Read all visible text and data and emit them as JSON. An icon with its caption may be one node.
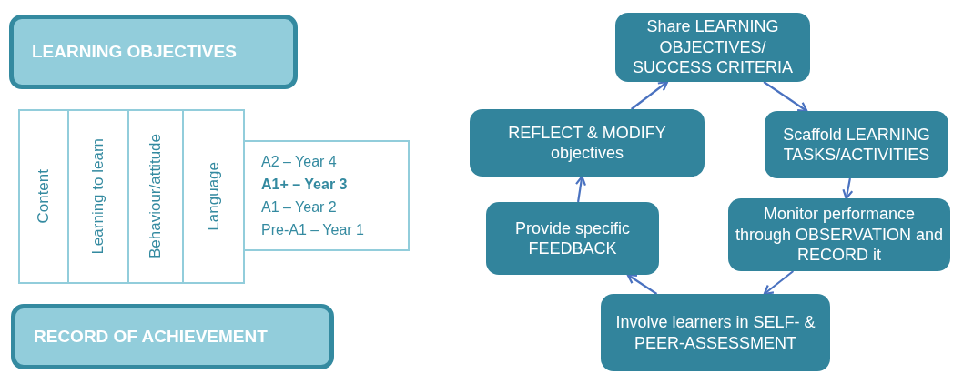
{
  "diagram": {
    "nodes": [
      {
        "text": [
          "LEARNING OBJECTIVES"
        ]
      },
      {
        "text": [
          "Content"
        ]
      },
      {
        "text": [
          "Learning to learn"
        ]
      },
      {
        "text": [
          "Behaviour/attitude"
        ]
      },
      {
        "text": [
          "Language"
        ]
      },
      {
        "text": [
          "A2 – Year 4",
          "**A1+ – Year 3**",
          "A1 – Year 2",
          "Pre-A1 – Year 1"
        ]
      },
      {
        "text": [
          "RECORD OF ACHIEVEMENT"
        ]
      },
      {
        "text": [
          "Share LEARNING OBJECTIVES/ SUCCESS CRITERIA"
        ]
      },
      {
        "text": [
          "Scaffold LEARNING TASKS/ACTIVITIES"
        ]
      },
      {
        "text": [
          "Monitor performance through OBSERVATION and RECORD it"
        ]
      },
      {
        "text": [
          "Involve learners in SELF- & PEER-ASSESSMENT"
        ]
      },
      {
        "text": [
          "Provide specific FEEDBACK"
        ]
      },
      {
        "text": [
          "REFLECT & MODIFY objectives"
        ]
      }
    ],
    "edges": [
      {
        "from": 7,
        "to": 8,
        "arrow": "to"
      },
      {
        "from": 8,
        "to": 9,
        "arrow": "to"
      },
      {
        "from": 9,
        "to": 10,
        "arrow": "to"
      },
      {
        "from": 10,
        "to": 11,
        "arrow": "to"
      },
      {
        "from": 11,
        "to": 12,
        "arrow": "to"
      },
      {
        "from": 12,
        "to": 7,
        "arrow": "to"
      }
    ]
  }
}
